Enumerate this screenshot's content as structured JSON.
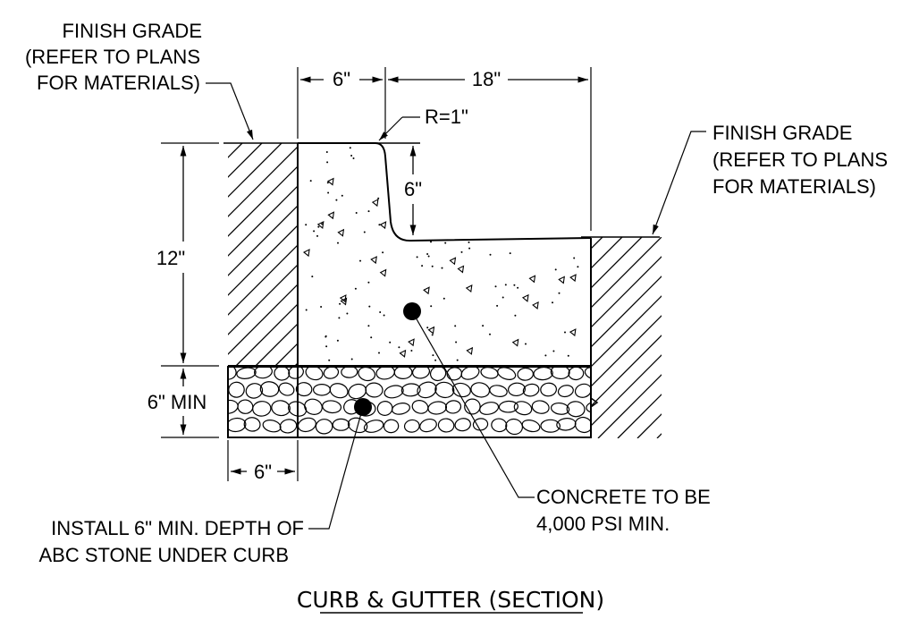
{
  "labels": {
    "finish_grade_left": [
      "FINISH GRADE",
      "(REFER TO PLANS",
      "FOR MATERIALS)"
    ],
    "finish_grade_right": [
      "FINISH GRADE",
      "(REFER TO PLANS",
      "FOR MATERIALS)"
    ],
    "dim_top_left": "6\"",
    "dim_top_right": "18\"",
    "radius": "R=1\"",
    "dim_curb_drop": "6\"",
    "dim_height": "12\"",
    "dim_stone_depth": "6\" MIN",
    "dim_bottom_width": "6\"",
    "stone_note": [
      "INSTALL 6\" MIN. DEPTH OF",
      "ABC STONE UNDER CURB"
    ],
    "concrete_note": [
      "CONCRETE TO BE",
      "4,000 PSI MIN."
    ],
    "title": "CURB & GUTTER (SECTION)"
  }
}
